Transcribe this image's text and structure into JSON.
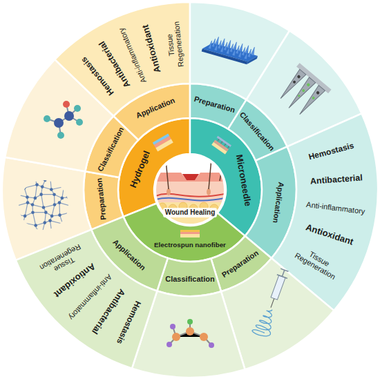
{
  "diagram": {
    "nodes": [
      {
        "text": [
          "Wound Healing"
        ]
      },
      {
        "text": [
          "Hydrogel"
        ]
      },
      {
        "text": [
          "Microneedle"
        ]
      },
      {
        "text": [
          "Electrospun nanofiber"
        ]
      },
      {
        "text": [
          "Application"
        ]
      },
      {
        "text": [
          "Classification"
        ]
      },
      {
        "text": [
          "Preparation"
        ]
      },
      {
        "text": [
          "Preparation"
        ]
      },
      {
        "text": [
          "Classification"
        ]
      },
      {
        "text": [
          "Application"
        ]
      },
      {
        "text": [
          "Preparation"
        ]
      },
      {
        "text": [
          "Classification"
        ]
      },
      {
        "text": [
          "Application"
        ]
      },
      {
        "text": [
          "Hemostasis",
          "Antibacterial",
          "Anti-inflammatory",
          "Antioxidant",
          "Tissue Regeneration"
        ]
      },
      {
        "text": [
          "Hemostasis",
          "Antibacterial",
          "Anti-inflammatory",
          "Antioxidant",
          "Tissue Regeneration"
        ]
      },
      {
        "text": [
          "Hemostasis",
          "Antibacterial",
          "Anti-inflammatory",
          "Antioxidant",
          "Tissue Regeneration"
        ]
      }
    ]
  }
}
